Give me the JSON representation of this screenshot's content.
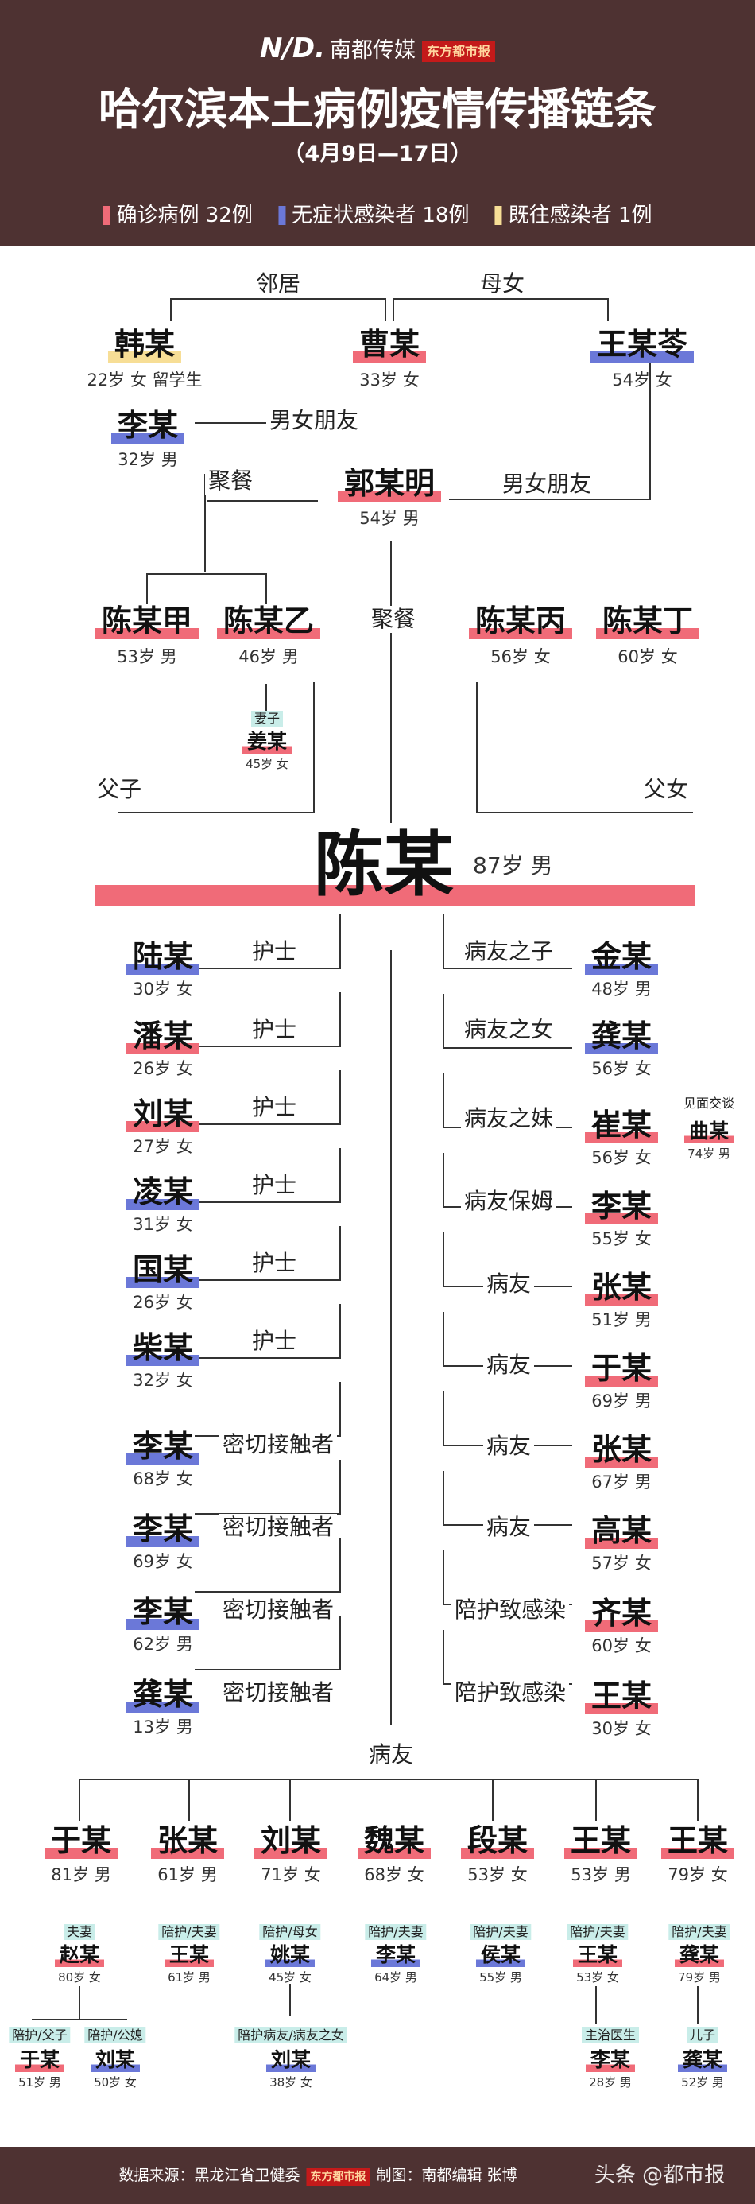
{
  "header": {
    "brand": "南都传媒",
    "logo_mark": "N/D.",
    "partner_stamp": "东方都市报",
    "title": "哈尔滨本土病例疫情传播链条",
    "date_range": "（4月9日—17日）"
  },
  "legend": [
    {
      "label": "确诊病例 32例",
      "color": "#f06b78"
    },
    {
      "label": "无症状感染者 18例",
      "color": "#6b78d8"
    },
    {
      "label": "既往感染者 1例",
      "color": "#f7de96"
    }
  ],
  "colors": {
    "confirmed": "#f06b78",
    "asymptomatic": "#6b78d8",
    "previous": "#f7de96",
    "header_bg": "#4e3232"
  },
  "top": {
    "han": {
      "name": "韩某",
      "info": "22岁 女 留学生"
    },
    "cao": {
      "name": "曹某",
      "info": "33岁 女"
    },
    "wang": {
      "name": "王某苓",
      "info": "54岁 女"
    },
    "li": {
      "name": "李某",
      "info": "32岁 男"
    },
    "guo": {
      "name": "郭某明",
      "info": "54岁 男"
    },
    "chen_jia": {
      "name": "陈某甲",
      "info": "53岁 男"
    },
    "chen_yi": {
      "name": "陈某乙",
      "info": "46岁 男"
    },
    "chen_bing": {
      "name": "陈某丙",
      "info": "56岁 女"
    },
    "chen_ding": {
      "name": "陈某丁",
      "info": "60岁 女"
    },
    "jiang": {
      "name": "姜某",
      "info": "45岁 女",
      "tag": "妻子"
    },
    "rel_neighbor": "邻居",
    "rel_mother_daughter": "母女",
    "rel_bf_gf_1": "男女朋友",
    "rel_dinner_1": "聚餐",
    "rel_bf_gf_2": "男女朋友",
    "rel_dinner_2": "聚餐",
    "rel_father_son": "父子",
    "rel_father_daughter": "父女"
  },
  "central": {
    "name": "陈某",
    "info": "87岁 男"
  },
  "left_contacts": [
    {
      "name": "陆某",
      "info": "30岁 女",
      "relation": "护士"
    },
    {
      "name": "潘某",
      "info": "26岁 女",
      "relation": "护士"
    },
    {
      "name": "刘某",
      "info": "27岁 女",
      "relation": "护士"
    },
    {
      "name": "凌某",
      "info": "31岁 女",
      "relation": "护士"
    },
    {
      "name": "国某",
      "info": "26岁 女",
      "relation": "护士"
    },
    {
      "name": "柴某",
      "info": "32岁 女",
      "relation": "护士"
    },
    {
      "name": "李某",
      "info": "68岁 女",
      "relation": "密切接触者"
    },
    {
      "name": "李某",
      "info": "69岁 女",
      "relation": "密切接触者"
    },
    {
      "name": "李某",
      "info": "62岁 男",
      "relation": "密切接触者"
    },
    {
      "name": "龚某",
      "info": "13岁 男",
      "relation": "密切接触者"
    }
  ],
  "right_contacts": [
    {
      "name": "金某",
      "info": "48岁 男",
      "relation": "病友之子"
    },
    {
      "name": "龚某",
      "info": "56岁 女",
      "relation": "病友之女"
    },
    {
      "name": "崔某",
      "info": "56岁 女",
      "relation": "病友之妹"
    },
    {
      "name": "李某",
      "info": "55岁 女",
      "relation": "病友保姆"
    },
    {
      "name": "张某",
      "info": "51岁 男",
      "relation": "病友"
    },
    {
      "name": "于某",
      "info": "69岁 男",
      "relation": "病友"
    },
    {
      "name": "张某",
      "info": "67岁 男",
      "relation": "病友"
    },
    {
      "name": "高某",
      "info": "57岁 女",
      "relation": "病友"
    },
    {
      "name": "齐某",
      "info": "60岁 女",
      "relation": "陪护致感染"
    },
    {
      "name": "王某",
      "info": "30岁 女",
      "relation": "陪护致感染"
    }
  ],
  "meet_talk": {
    "tag": "见面交谈",
    "name": "曲某",
    "info": "74岁 男"
  },
  "bottom_label": "病友",
  "bottom_patients": [
    {
      "name": "于某",
      "info": "81岁 男"
    },
    {
      "name": "张某",
      "info": "61岁 男"
    },
    {
      "name": "刘某",
      "info": "71岁 女"
    },
    {
      "name": "魏某",
      "info": "68岁 女"
    },
    {
      "name": "段某",
      "info": "53岁 女"
    },
    {
      "name": "王某",
      "info": "53岁 男"
    },
    {
      "name": "王某",
      "info": "79岁 女"
    }
  ],
  "bottom_level2": [
    {
      "tag": "夫妻",
      "name": "赵某",
      "info": "80岁 女"
    },
    {
      "tag": "陪护/夫妻",
      "name": "王某",
      "info": "61岁 男"
    },
    {
      "tag": "陪护/母女",
      "name": "姚某",
      "info": "45岁 女"
    },
    {
      "tag": "陪护/夫妻",
      "name": "李某",
      "info": "64岁 男"
    },
    {
      "tag": "陪护/夫妻",
      "name": "侯某",
      "info": "55岁 男"
    },
    {
      "tag": "陪护/夫妻",
      "name": "王某",
      "info": "53岁 女"
    },
    {
      "tag": "陪护/夫妻",
      "name": "龚某",
      "info": "79岁 男"
    }
  ],
  "bottom_level3": [
    {
      "tag": "陪护/父子",
      "name": "于某",
      "info": "51岁 男"
    },
    {
      "tag": "陪护/公媳",
      "name": "刘某",
      "info": "50岁 女"
    },
    {
      "tag": "陪护病友/病友之女",
      "name": "刘某",
      "info": "38岁 女"
    },
    {
      "tag": "主治医生",
      "name": "李某",
      "info": "28岁 男"
    },
    {
      "tag": "儿子",
      "name": "龚某",
      "info": "52岁 男"
    }
  ],
  "footer": {
    "source": "数据来源：黑龙江省卫健委",
    "stamp": "东方都市报",
    "credit": "制图：南都编辑 张博",
    "watermark": "头条 @都市报"
  }
}
